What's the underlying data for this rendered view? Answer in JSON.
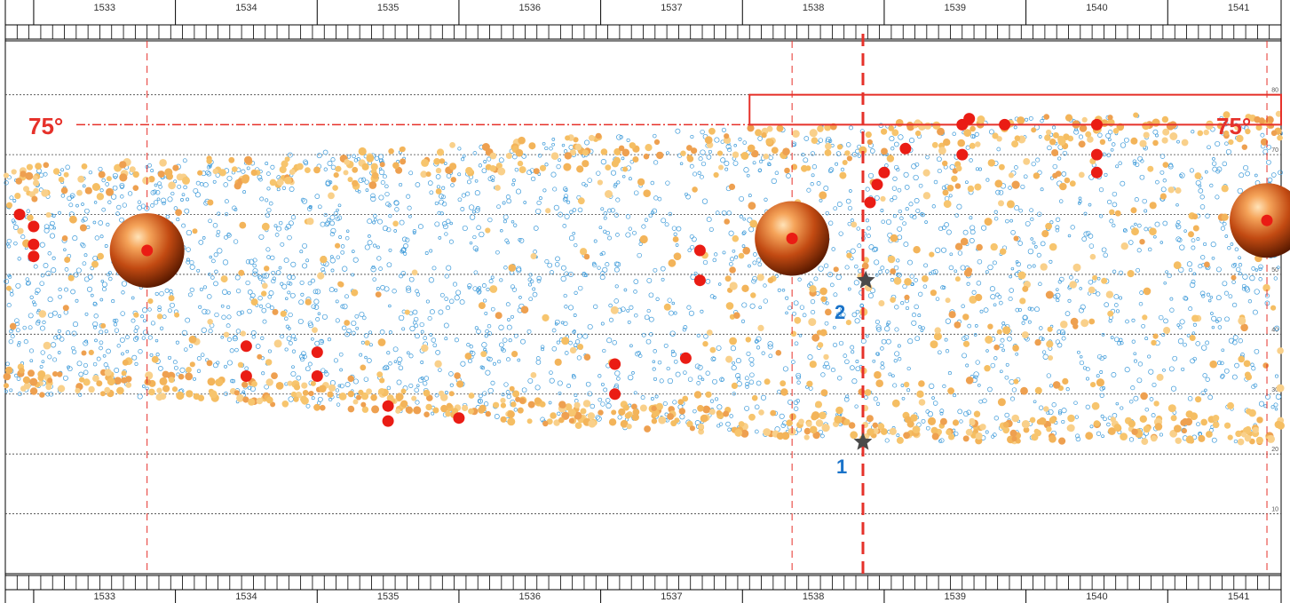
{
  "chart_data": {
    "type": "scatter",
    "title": "",
    "x_ticks": [
      "1533",
      "1534",
      "1535",
      "1536",
      "1537",
      "1538",
      "1539",
      "1540",
      "1541"
    ],
    "x_tick_values": [
      1533,
      1534,
      1535,
      1536,
      1537,
      1538,
      1539,
      1540,
      1541
    ],
    "xlim": [
      1532.3,
      1541.3
    ],
    "y_ticks": [
      10,
      20,
      30,
      40,
      50,
      60,
      70,
      80
    ],
    "ylim": [
      0,
      89
    ],
    "dashed_year_markers": [
      1533.3,
      1537.85,
      1541.2
    ],
    "event_line": 1538.35,
    "annotations": {
      "left_angle": "75°",
      "right_angle": "75°",
      "point_1": "1",
      "point_2": "2"
    },
    "stars": [
      {
        "label": "2",
        "x": 1538.37,
        "y": 49
      },
      {
        "label": "1",
        "x": 1538.35,
        "y": 22
      }
    ],
    "highlight_box": {
      "x_start": 1537.55,
      "x_end": 1541.3,
      "y_top": 80,
      "y_bottom": 75
    },
    "angle_line_y": 75,
    "spheres": [
      {
        "x": 1533.3,
        "y": 54
      },
      {
        "x": 1537.85,
        "y": 56
      },
      {
        "x": 1541.2,
        "y": 59
      }
    ],
    "band": {
      "x": [
        1532.3,
        1533.3,
        1534,
        1535,
        1536,
        1537,
        1538,
        1539,
        1540,
        1541.3
      ],
      "upper": [
        68,
        69,
        70,
        71,
        72.5,
        74,
        75,
        76,
        76.5,
        77
      ],
      "lower": [
        30,
        29.5,
        28.5,
        27,
        25,
        24,
        22.5,
        22,
        22,
        22
      ]
    },
    "red_points": [
      [
        1532.4,
        60
      ],
      [
        1532.5,
        58
      ],
      [
        1532.5,
        55
      ],
      [
        1532.5,
        53
      ],
      [
        1534.0,
        38
      ],
      [
        1534.0,
        33
      ],
      [
        1534.5,
        37
      ],
      [
        1534.5,
        33
      ],
      [
        1535.0,
        28
      ],
      [
        1535.0,
        25.5
      ],
      [
        1535.5,
        26
      ],
      [
        1536.6,
        35
      ],
      [
        1536.6,
        30
      ],
      [
        1537.1,
        36
      ],
      [
        1537.2,
        54
      ],
      [
        1537.2,
        49
      ],
      [
        1537.85,
        56
      ],
      [
        1538.4,
        62
      ],
      [
        1538.45,
        65
      ],
      [
        1538.5,
        67
      ],
      [
        1538.65,
        71
      ],
      [
        1539.05,
        75
      ],
      [
        1539.05,
        70
      ],
      [
        1539.1,
        76
      ],
      [
        1539.35,
        75
      ],
      [
        1540.0,
        75
      ],
      [
        1540.0,
        70
      ],
      [
        1540.0,
        67
      ],
      [
        1541.2,
        59
      ],
      [
        1533.3,
        54
      ]
    ]
  }
}
